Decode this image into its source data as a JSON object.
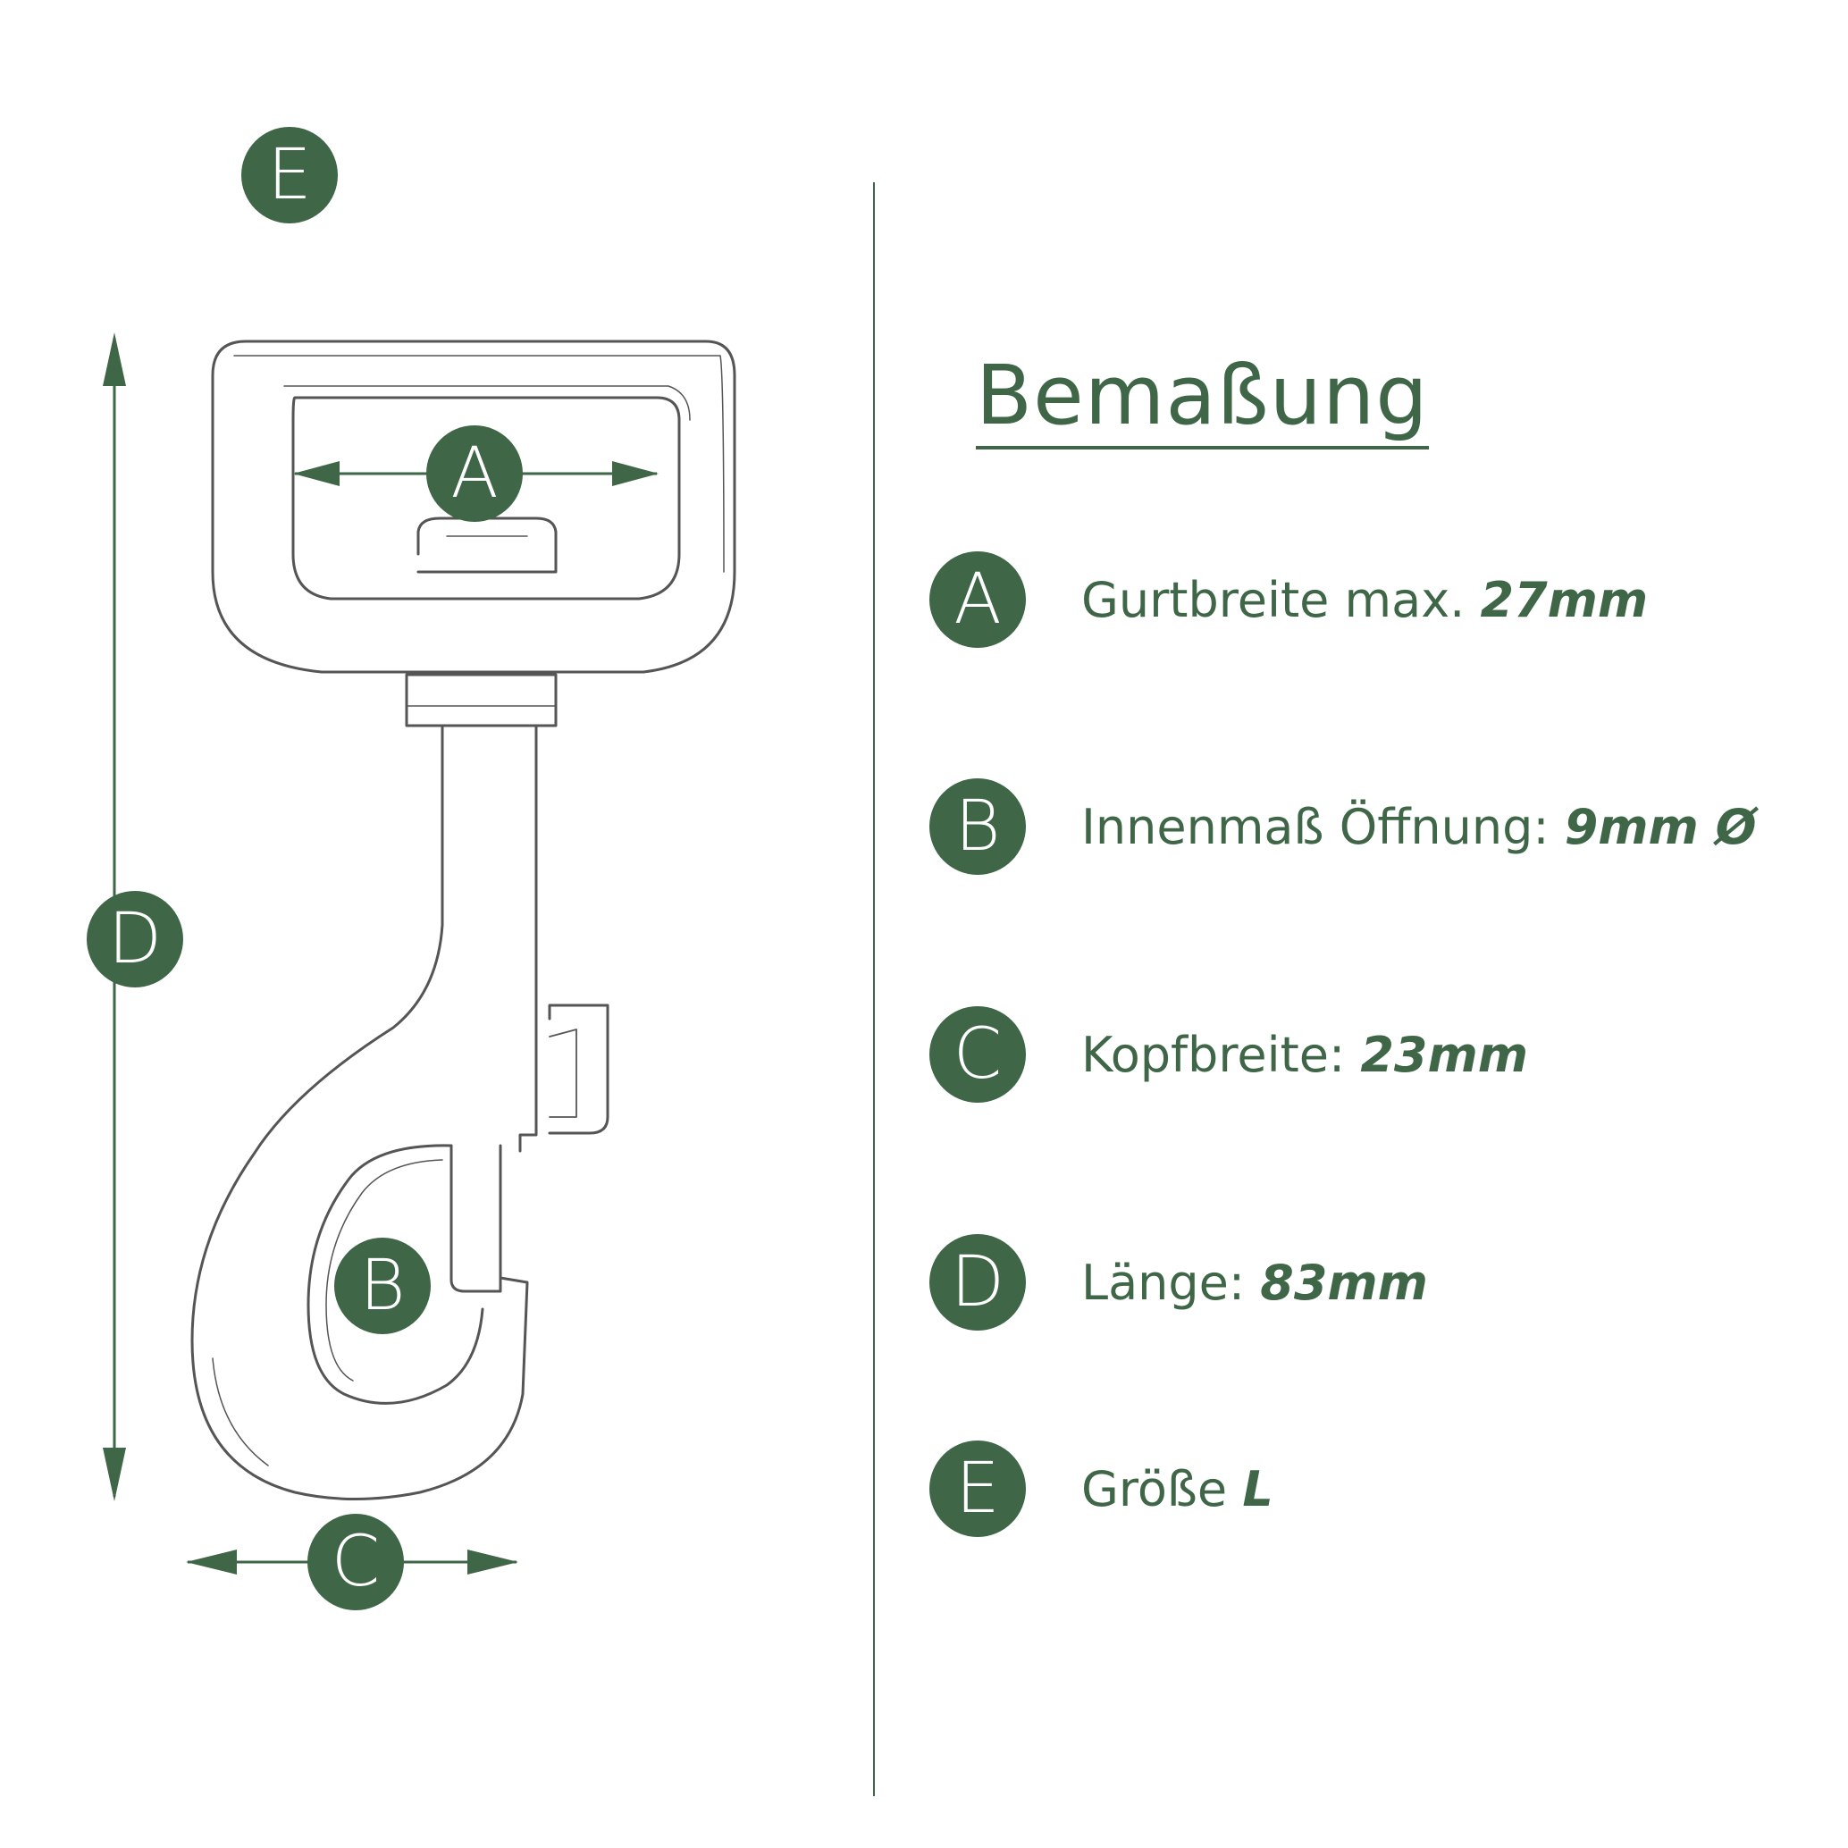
{
  "title": "Bemaßung",
  "diagram_labels": {
    "a": "A",
    "b": "B",
    "c": "C",
    "d": "D",
    "e": "E"
  },
  "specs": [
    {
      "letter": "A",
      "label": "Gurtbreite max. ",
      "value": "27mm"
    },
    {
      "letter": "B",
      "label": "Innenmaß Öffnung: ",
      "value": "9mm Ø"
    },
    {
      "letter": "C",
      "label": "Kopfbreite: ",
      "value": "23mm"
    },
    {
      "letter": "D",
      "label": "Länge: ",
      "value": "83mm"
    },
    {
      "letter": "E",
      "label": "Größe ",
      "value": "L"
    }
  ],
  "colors": {
    "accent": "#3e6647",
    "line": "#6a6a6a"
  }
}
